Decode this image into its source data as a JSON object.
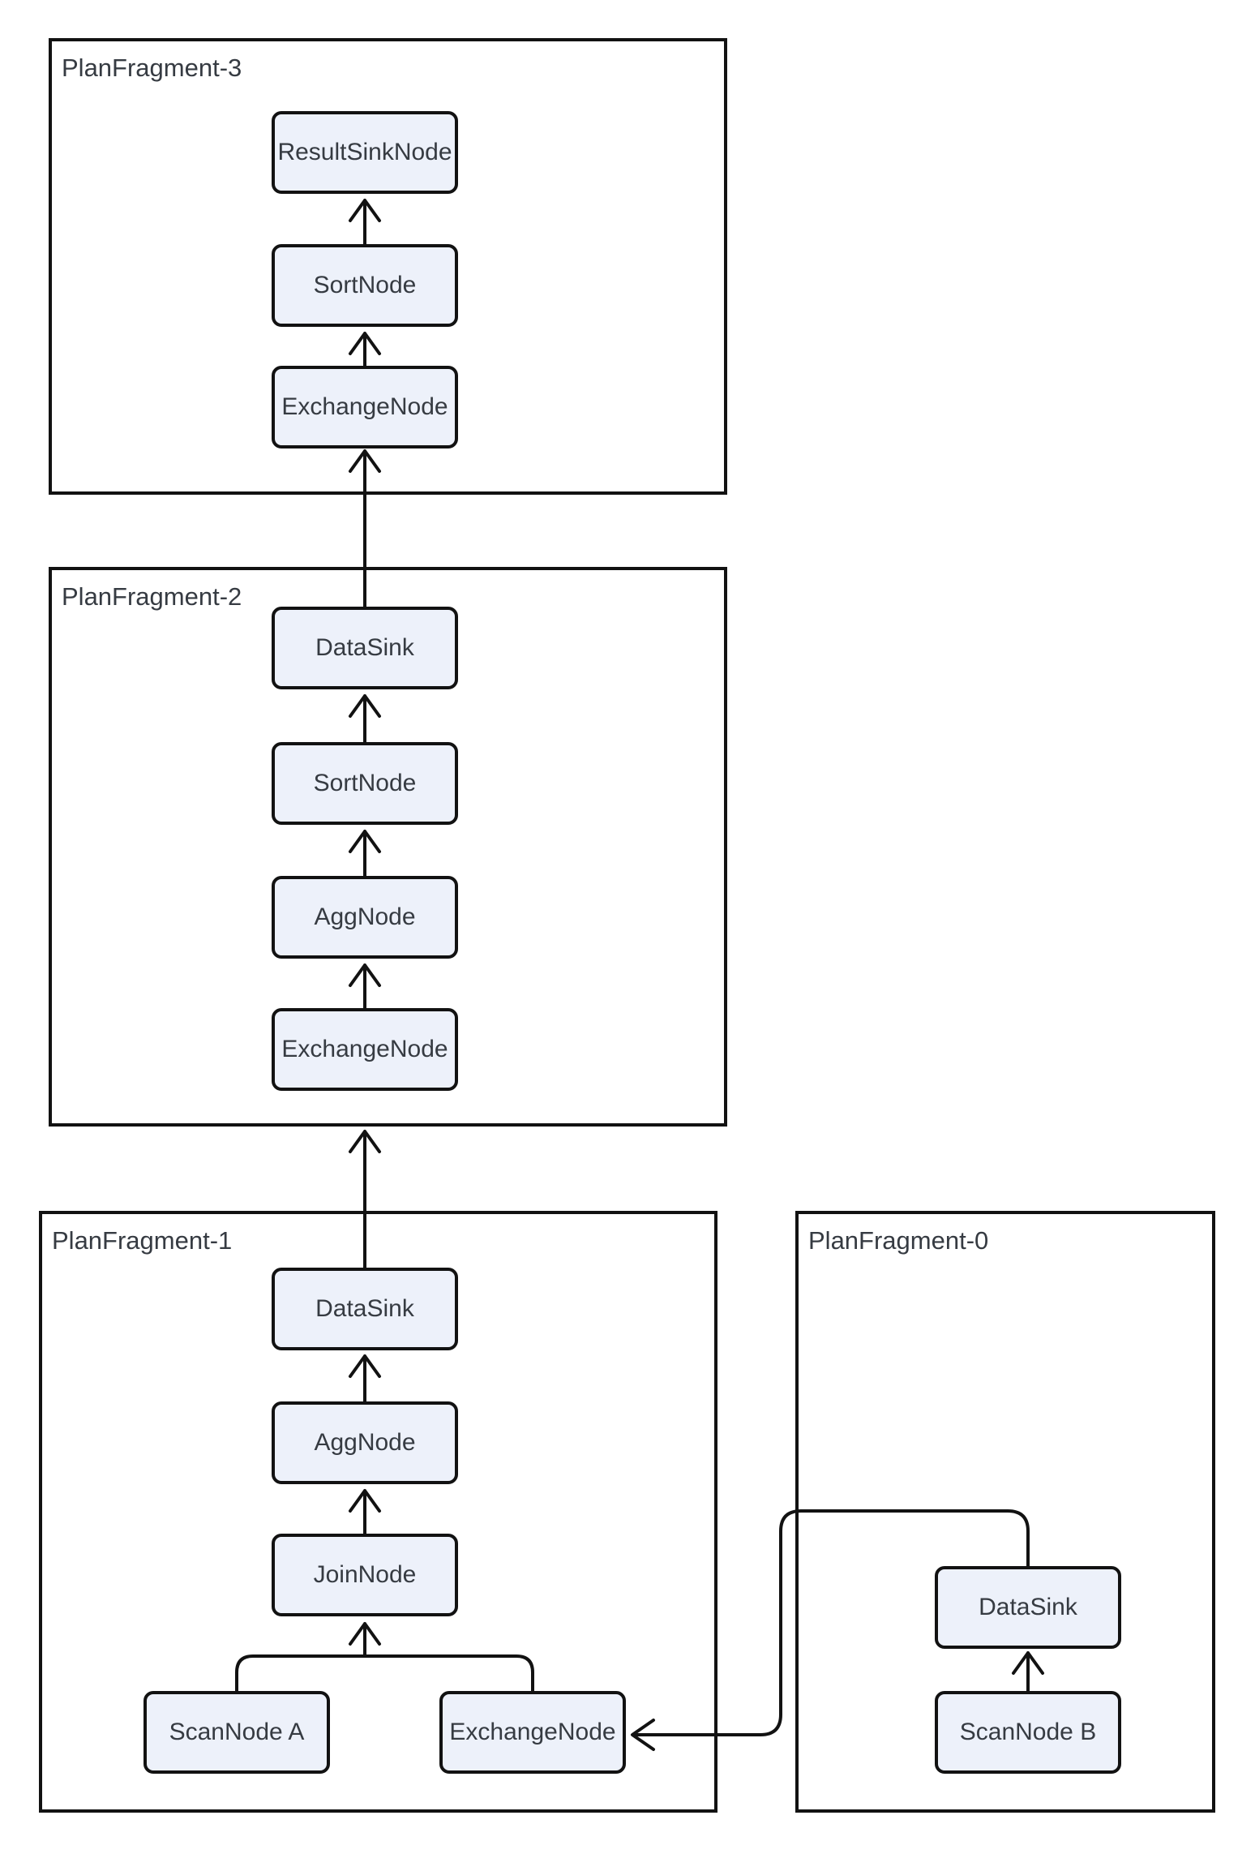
{
  "diagram": {
    "title": "Query plan fragments diagram",
    "colors": {
      "background": "#ffffff",
      "line": "#121212",
      "node_fill": "#edf1fa",
      "node_border": "#121212",
      "text": "#363b42"
    },
    "fragments": [
      {
        "label": "PlanFragment-3",
        "nodes": [
          {
            "label": "ResultSinkNode"
          },
          {
            "label": "SortNode"
          },
          {
            "label": "ExchangeNode"
          }
        ]
      },
      {
        "label": "PlanFragment-2",
        "nodes": [
          {
            "label": "DataSink"
          },
          {
            "label": "SortNode"
          },
          {
            "label": "AggNode"
          },
          {
            "label": "ExchangeNode"
          }
        ]
      },
      {
        "label": "PlanFragment-1",
        "nodes": [
          {
            "label": "DataSink"
          },
          {
            "label": "AggNode"
          },
          {
            "label": "JoinNode"
          },
          {
            "label": "ScanNode A"
          },
          {
            "label": "ExchangeNode"
          }
        ]
      },
      {
        "label": "PlanFragment-0",
        "nodes": [
          {
            "label": "DataSink"
          },
          {
            "label": "ScanNode B"
          }
        ]
      }
    ],
    "edges": [
      {
        "from": "PlanFragment-3 / SortNode",
        "to": "PlanFragment-3 / ResultSinkNode",
        "style": "arrow-up"
      },
      {
        "from": "PlanFragment-3 / ExchangeNode",
        "to": "PlanFragment-3 / SortNode",
        "style": "arrow-up"
      },
      {
        "from": "PlanFragment-2 / DataSink",
        "to": "PlanFragment-3 / ExchangeNode",
        "style": "arrow-up-cross-fragment"
      },
      {
        "from": "PlanFragment-2 / SortNode",
        "to": "PlanFragment-2 / DataSink",
        "style": "arrow-up"
      },
      {
        "from": "PlanFragment-2 / AggNode",
        "to": "PlanFragment-2 / SortNode",
        "style": "arrow-up"
      },
      {
        "from": "PlanFragment-2 / ExchangeNode",
        "to": "PlanFragment-2 / AggNode",
        "style": "arrow-up"
      },
      {
        "from": "PlanFragment-1 / DataSink",
        "to": "PlanFragment-2 / ExchangeNode",
        "style": "arrow-up-cross-fragment"
      },
      {
        "from": "PlanFragment-1 / AggNode",
        "to": "PlanFragment-1 / DataSink",
        "style": "arrow-up"
      },
      {
        "from": "PlanFragment-1 / JoinNode",
        "to": "PlanFragment-1 / AggNode",
        "style": "arrow-up"
      },
      {
        "from": "PlanFragment-1 / ScanNode A",
        "to": "PlanFragment-1 / JoinNode",
        "style": "bracket-arrow-up"
      },
      {
        "from": "PlanFragment-1 / ExchangeNode",
        "to": "PlanFragment-1 / JoinNode",
        "style": "bracket-arrow-up"
      },
      {
        "from": "PlanFragment-0 / ScanNode B",
        "to": "PlanFragment-0 / DataSink",
        "style": "arrow-up"
      },
      {
        "from": "PlanFragment-0 / DataSink",
        "to": "PlanFragment-1 / ExchangeNode",
        "style": "elbow-arrow-left"
      }
    ]
  }
}
